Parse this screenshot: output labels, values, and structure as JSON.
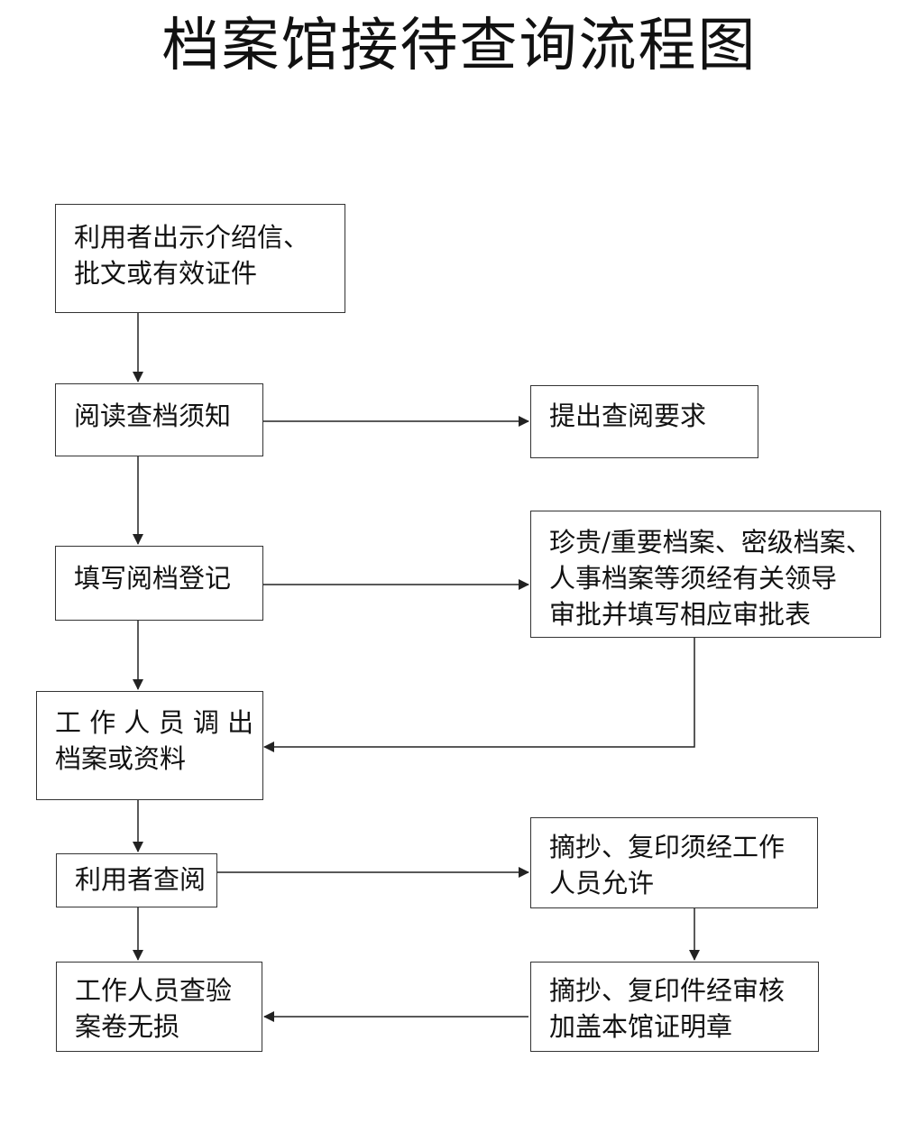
{
  "title": "档案馆接待查询流程图",
  "steps": {
    "present_letter": {
      "lines": [
        "利用者出示介绍信、",
        "批文或有效证件"
      ]
    },
    "read_notice": {
      "lines": [
        "阅读查档须知"
      ]
    },
    "submit_request": {
      "lines": [
        "提出查阅要求"
      ]
    },
    "fill_register": {
      "lines": [
        "填写阅档登记"
      ]
    },
    "approval_required": {
      "lines": [
        "珍贵/重要档案、密级档案、",
        "人事档案等须经有关领导",
        "审批并填写相应审批表"
      ]
    },
    "staff_retrieve": {
      "lines": [
        "工 作 人 员 调 出",
        "档案或资料"
      ]
    },
    "user_consult": {
      "lines": [
        "利用者查阅"
      ]
    },
    "copy_permission": {
      "lines": [
        "摘抄、复印须经工作",
        "人员允许"
      ]
    },
    "staff_inspect": {
      "lines": [
        "工作人员查验",
        "案卷无损"
      ]
    },
    "copy_stamp": {
      "lines": [
        "摘抄、复印件经审核",
        "加盖本馆证明章"
      ]
    }
  }
}
